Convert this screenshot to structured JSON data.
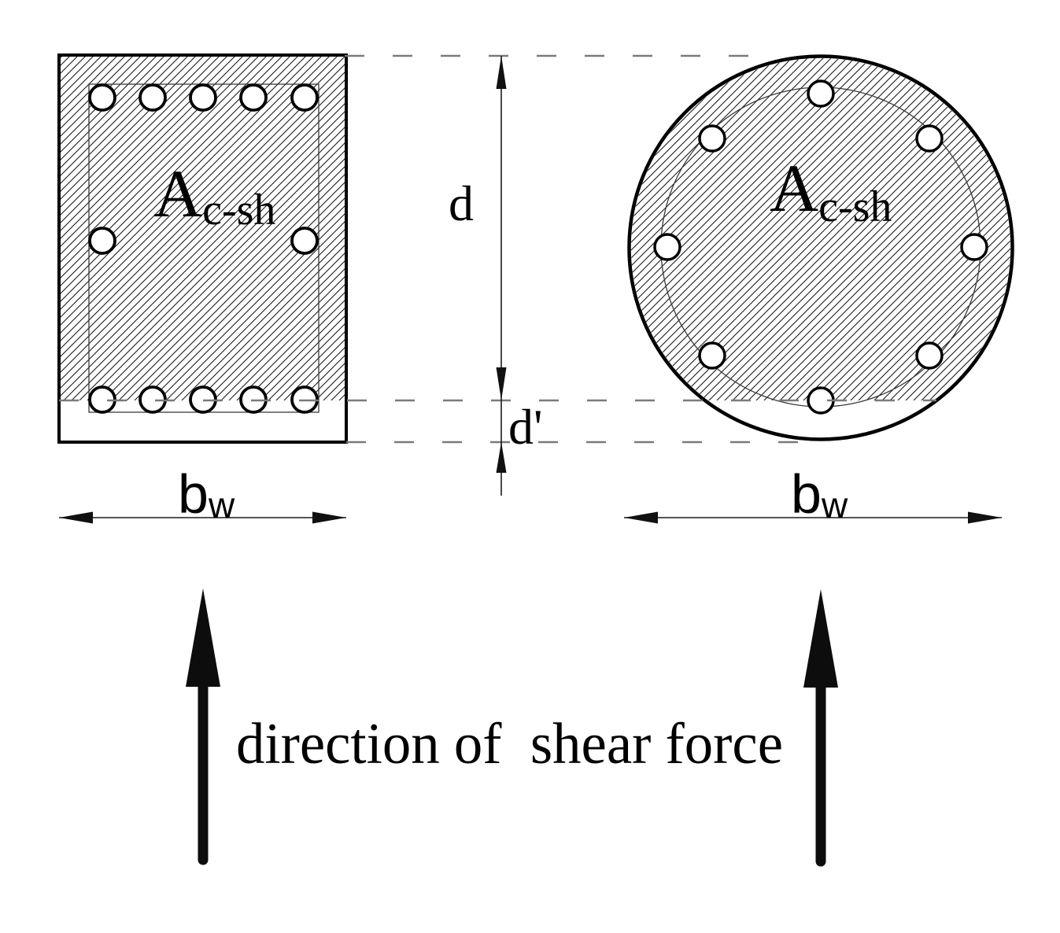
{
  "figure": {
    "left_section_label": {
      "main": "A",
      "sub": "c-sh"
    },
    "right_section_label": {
      "main": "A",
      "sub": "c-sh"
    },
    "dim_effective_depth": "d",
    "dim_cover_depth": "d'",
    "left_width_label": {
      "main": "b",
      "sub": "w"
    },
    "right_width_label": {
      "main": "b",
      "sub": "w"
    },
    "caption": "direction of  shear force"
  },
  "colors": {
    "stroke": "#000000",
    "thin_line": "#3a3a3a",
    "dimension_line": "#1c1c1c",
    "dashed_line": "#7a7a7a",
    "hatch_line": "#1a1a1a",
    "background": "#ffffff"
  }
}
